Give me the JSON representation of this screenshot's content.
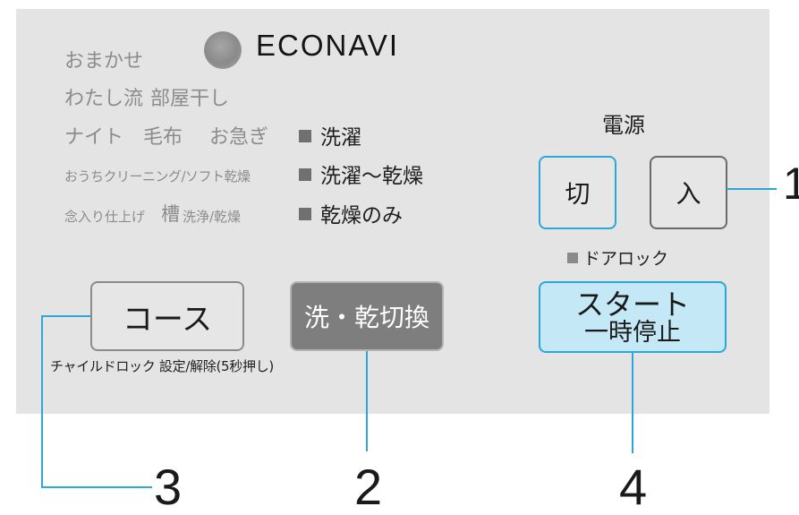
{
  "panel": {
    "econavi": "ECONAVI",
    "modes": {
      "row1": "おまかせ",
      "row2a": "わたし流",
      "row2b": "部屋干し",
      "row3a": "ナイト",
      "row3b": "毛布",
      "row3c": "お急ぎ",
      "row4": "おうちクリーニング/ソフト乾燥",
      "row5a": "念入り仕上げ",
      "row5b_big": "槽",
      "row5b_small": "洗浄/乾燥"
    },
    "indicators": [
      "洗濯",
      "洗濯〜乾燥",
      "乾燥のみ"
    ],
    "power": {
      "title": "電源",
      "off_label": "切",
      "on_label": "入"
    },
    "door_lock": "ドアロック",
    "buttons": {
      "course": "コース",
      "wash_dry_switch": "洗・乾切換",
      "start_line1": "スタート",
      "start_line2": "一時停止"
    },
    "child_lock_note": "チャイルドロック 設定/解除(5秒押し)"
  },
  "callouts": {
    "num_course": "3",
    "num_wash_dry": "2",
    "num_start": "4",
    "num_power_partial": "1"
  },
  "colors": {
    "panel_bg": "#e4e4e4",
    "accent_blue": "#2aa8d8",
    "start_bg": "#c4e8f6",
    "wash_btn_bg": "#7e7e7e"
  }
}
